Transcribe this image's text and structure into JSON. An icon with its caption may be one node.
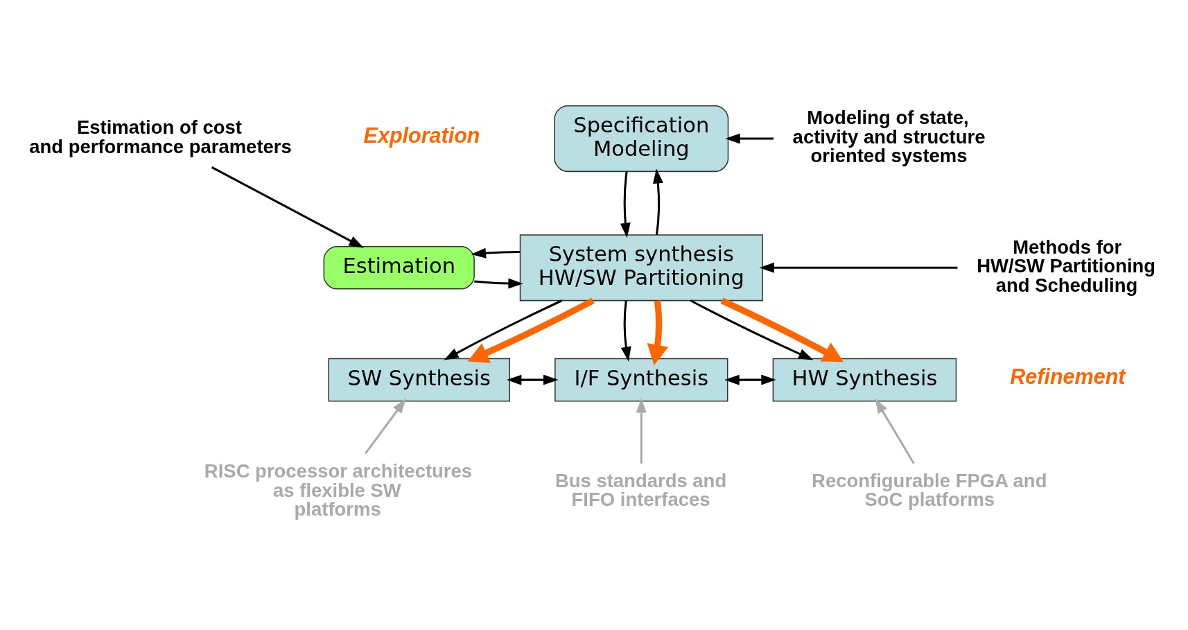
{
  "diagram": {
    "nodes": [
      {
        "text": [
          "Specification Modeling"
        ]
      },
      {
        "text": [
          "Estimation"
        ]
      },
      {
        "text": [
          "System synthesis HW/SW Partitioning"
        ]
      },
      {
        "text": [
          "SW Synthesis"
        ]
      },
      {
        "text": [
          "I/F Synthesis"
        ]
      },
      {
        "text": [
          "HW Synthesis"
        ]
      },
      {
        "text": [
          "Modeling of state, activity and structure oriented systems"
        ]
      },
      {
        "text": [
          "Estimation of cost and performance parameters"
        ]
      },
      {
        "text": [
          "Methods for HW/SW Partitioning and Scheduling"
        ]
      },
      {
        "text": [
          "RISC processor architectures as flexible SW platforms"
        ]
      },
      {
        "text": [
          "Bus standards and FIFO interfaces"
        ]
      },
      {
        "text": [
          "Reconfigurable FPGA and SoC platforms"
        ]
      }
    ],
    "edges": [
      {
        "from": 2,
        "to": 0,
        "arrow": "to"
      },
      {
        "from": 0,
        "to": 2,
        "arrow": "to"
      },
      {
        "from": 1,
        "to": 2,
        "arrow": "to"
      },
      {
        "from": 2,
        "to": 1,
        "arrow": "to"
      },
      {
        "from": 2,
        "to": 3,
        "arrow": "to"
      },
      {
        "from": 2,
        "to": 3,
        "arrow": "to",
        "style": "thick",
        "color": "#ff6600"
      },
      {
        "from": 2,
        "to": 4,
        "arrow": "to"
      },
      {
        "from": 2,
        "to": 4,
        "arrow": "to",
        "style": "thick",
        "color": "#ff6600"
      },
      {
        "from": 2,
        "to": 5,
        "arrow": "to"
      },
      {
        "from": 2,
        "to": 5,
        "arrow": "to",
        "style": "thick",
        "color": "#ff6600"
      },
      {
        "from": 3,
        "to": 4,
        "arrow": "both"
      },
      {
        "from": 4,
        "to": 5,
        "arrow": "both"
      },
      {
        "from": 6,
        "to": 0,
        "arrow": "to"
      },
      {
        "from": 7,
        "to": 1,
        "arrow": "to"
      },
      {
        "from": 8,
        "to": 2,
        "arrow": "to"
      },
      {
        "from": 9,
        "to": 3,
        "arrow": "to",
        "color": "#aaaaaa"
      },
      {
        "from": 10,
        "to": 4,
        "arrow": "to",
        "color": "#aaaaaa"
      },
      {
        "from": 11,
        "to": 5,
        "arrow": "to",
        "color": "#aaaaaa"
      }
    ],
    "labels": [
      "Exploration",
      "Refinement"
    ]
  }
}
